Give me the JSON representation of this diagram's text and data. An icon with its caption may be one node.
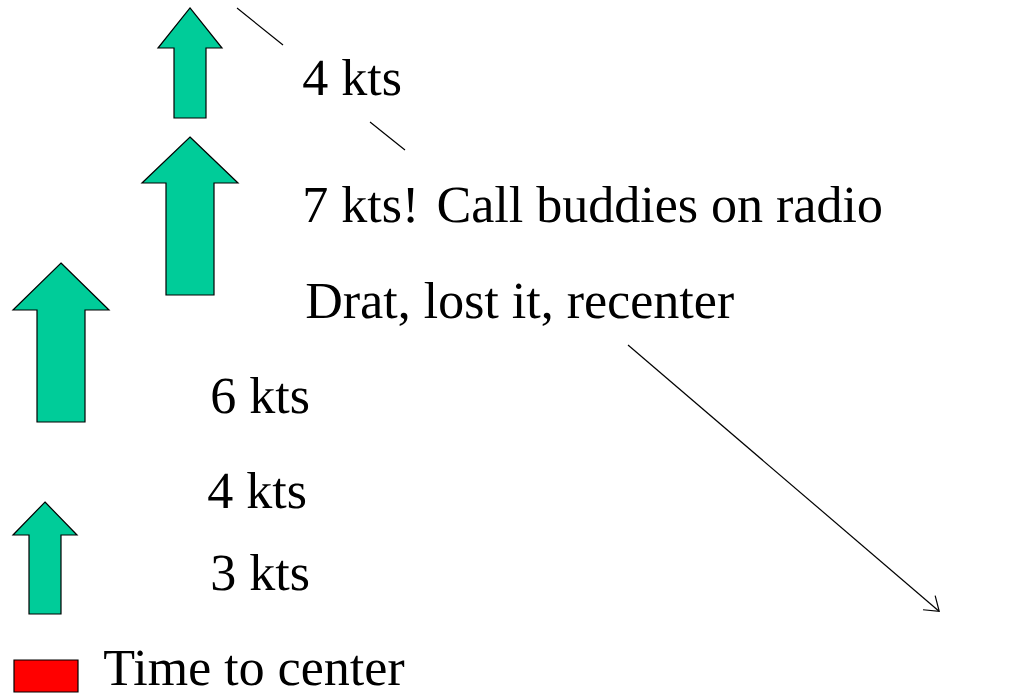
{
  "diagram": {
    "labels": [
      "4 kts",
      "7 kts! Call buddies on radio",
      "Drat, lost it, recenter",
      "6 kts",
      "4 kts",
      "3 kts"
    ],
    "legend": [
      {
        "text": "Time to center",
        "color": "#ff0000"
      }
    ]
  }
}
